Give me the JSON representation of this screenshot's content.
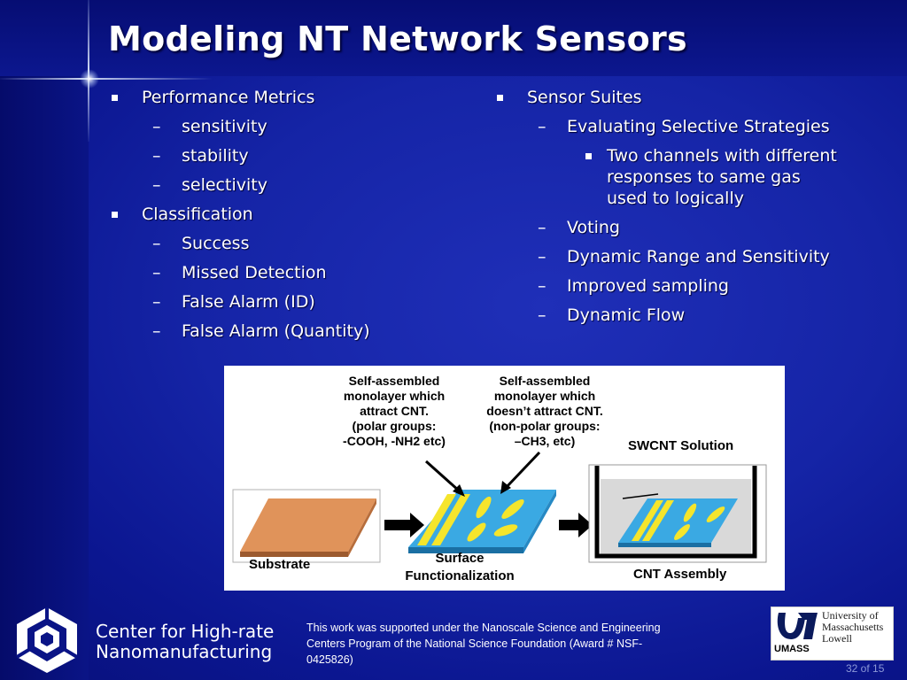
{
  "slide": {
    "title": "Modeling NT Network Sensors"
  },
  "left_column": [
    {
      "level": 1,
      "text": "Performance Metrics"
    },
    {
      "level": 2,
      "text": "sensitivity"
    },
    {
      "level": 2,
      "text": "stability"
    },
    {
      "level": 2,
      "text": "selectivity"
    },
    {
      "level": 1,
      "text": "Classification"
    },
    {
      "level": 2,
      "text": "Success"
    },
    {
      "level": 2,
      "text": "Missed Detection"
    },
    {
      "level": 2,
      "text": "False Alarm (ID)"
    },
    {
      "level": 2,
      "text": "False Alarm (Quantity)"
    }
  ],
  "right_column": [
    {
      "level": 1,
      "text": "Sensor Suites"
    },
    {
      "level": 2,
      "text": "Evaluating Selective Strategies"
    },
    {
      "level": 3,
      "text": "Two channels with different responses to same gas used to logically"
    },
    {
      "level": 2,
      "text": "Voting"
    },
    {
      "level": 2,
      "text": "Dynamic Range and Sensitivity"
    },
    {
      "level": 2,
      "text": "Improved sampling"
    },
    {
      "level": 2,
      "text": "Dynamic Flow"
    }
  ],
  "figure": {
    "polar_caption": [
      "Self-assembled",
      "monolayer which",
      "attract CNT.",
      "(polar groups:"
    ],
    "polar_groups": "-COOH, -NH2 etc)",
    "nonpolar_caption": [
      "Self-assembled",
      "monolayer which",
      "doesn’t attract CNT.",
      "(non-polar groups:"
    ],
    "nonpolar_groups": "–CH3, etc)",
    "solution_label": "SWCNT Solution",
    "step_labels": [
      "Substrate",
      "Surface",
      "Functionalization",
      "CNT Assembly"
    ]
  },
  "footer": {
    "org_name_line1": "Center for High-rate",
    "org_name_line2": "Nanomanufacturing",
    "funding_note": "This work was supported under the Nanoscale Science and Engineering Centers Program of the National Science Foundation (Award # NSF-0425826)",
    "university_lines": [
      "University  of",
      "Massachusetts",
      "Lowell"
    ],
    "university_logo_word": "UMASS",
    "page_indicator": "32 of 15"
  },
  "colors": {
    "background": "#1524a6",
    "text": "#ffffff",
    "substrate_orange": "#e0935a",
    "surface_blue": "#3aa9e3",
    "monolayer_yellow": "#f5e52c"
  }
}
